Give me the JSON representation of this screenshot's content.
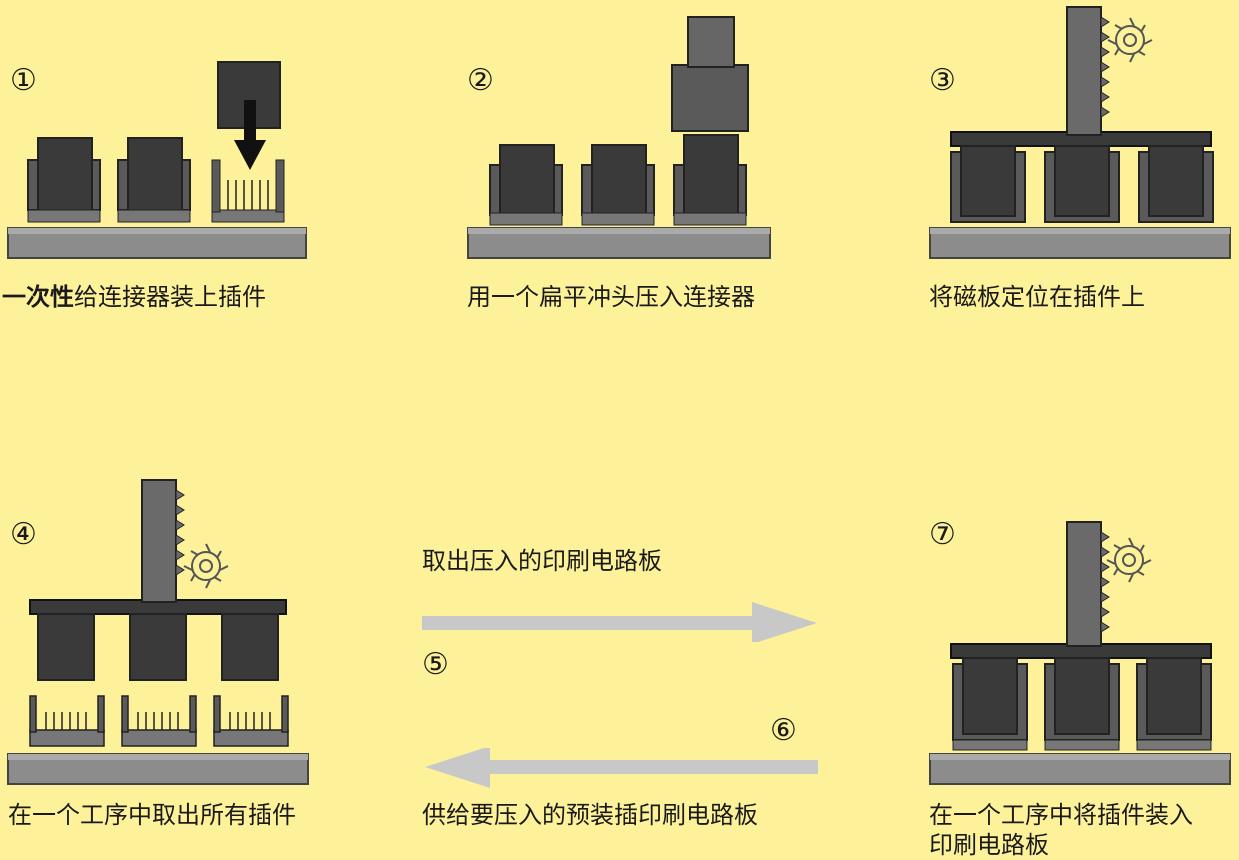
{
  "steps": [
    {
      "number": "①",
      "caption_prefix": "一次性",
      "caption_rest": "给连接器装上插件"
    },
    {
      "number": "②",
      "caption": "用一个扁平冲头压入连接器"
    },
    {
      "number": "③",
      "caption": "将磁板定位在插件上"
    },
    {
      "number": "④",
      "caption": "在一个工序中取出所有插件"
    },
    {
      "number": "⑤",
      "caption": "取出压入的印刷电路板"
    },
    {
      "number": "⑥",
      "caption": "供给要压入的预装插印刷电路板"
    },
    {
      "number": "⑦",
      "caption_line1": "在一个工序中将插件装入",
      "caption_line2": "印刷电路板"
    }
  ],
  "colors": {
    "background": "#fdf299",
    "component_dark": "#3a3a3a",
    "component_mid": "#6a6a6a",
    "board": "#8c8c8c",
    "arrow": "#c8c8c8"
  }
}
